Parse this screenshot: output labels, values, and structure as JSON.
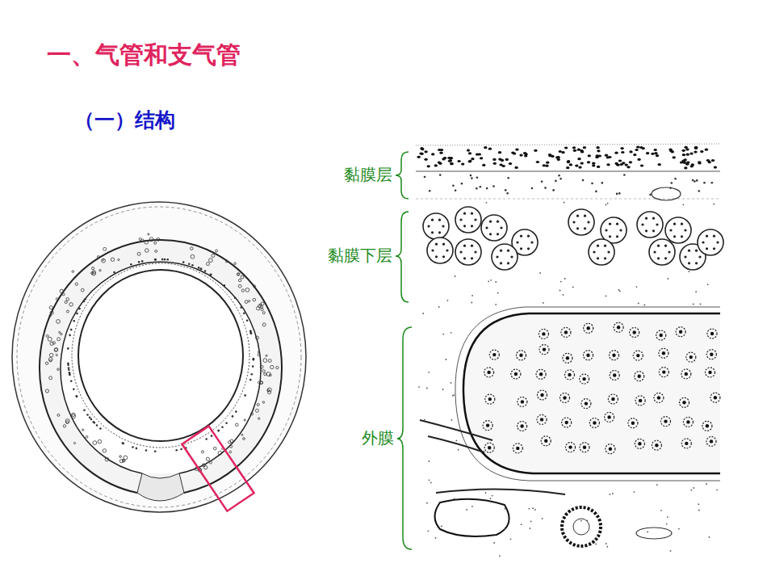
{
  "diagram": {
    "title": "一、气管和支气管",
    "labels": [
      "（一）结构",
      "黏膜层",
      "黏膜下层",
      "外膜"
    ]
  }
}
